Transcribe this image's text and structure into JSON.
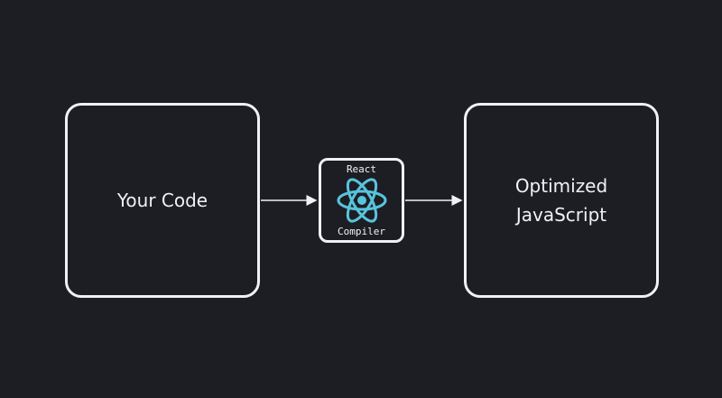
{
  "diagram": {
    "input_box": {
      "label": "Your Code"
    },
    "compiler_box": {
      "top_label": "React",
      "bottom_label": "Compiler",
      "logo_icon": "react-atom-icon",
      "logo_color": "#58c4dc"
    },
    "output_box": {
      "line1": "Optimized",
      "line2": "JavaScript"
    }
  },
  "colors": {
    "background": "#1d1e24",
    "foreground": "#eef2f5",
    "accent": "#58c4dc"
  }
}
